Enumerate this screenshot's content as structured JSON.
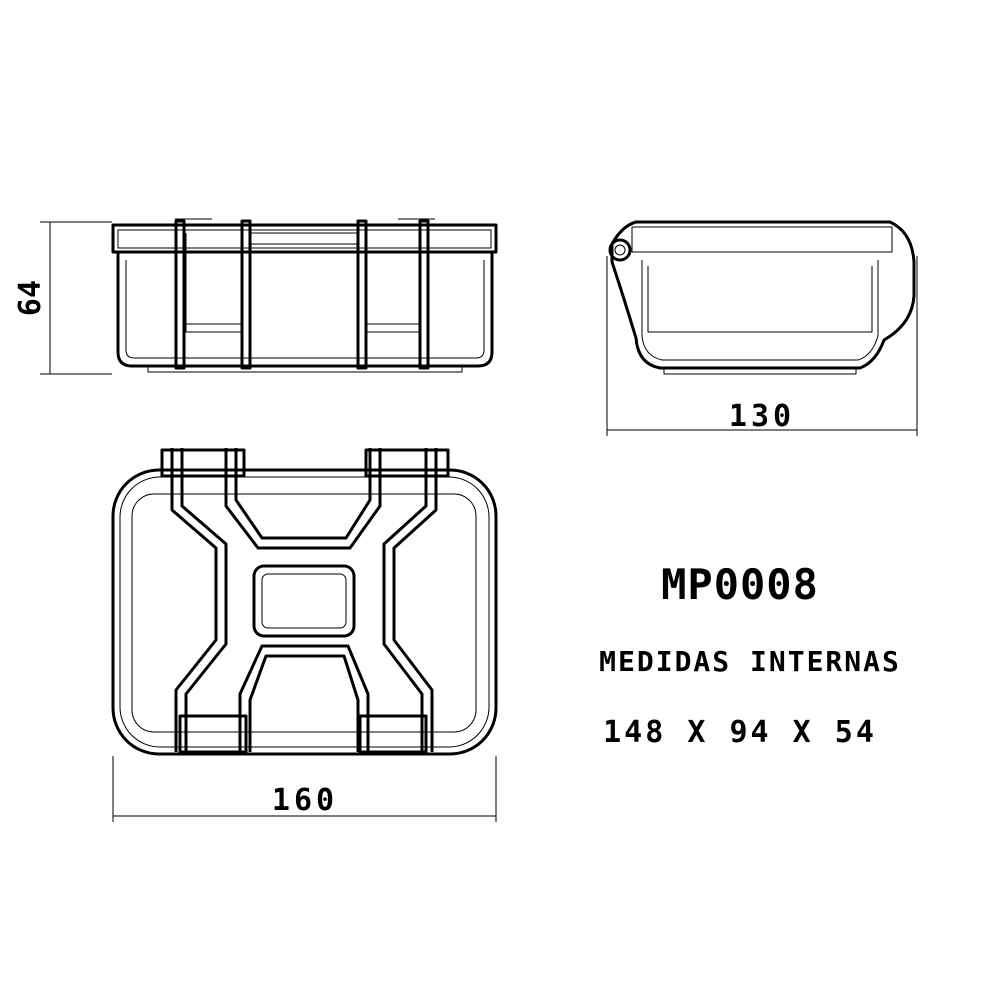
{
  "dimensions": {
    "height": "64",
    "depth": "130",
    "width": "160"
  },
  "info": {
    "model": "MP0008",
    "label": "MEDIDAS INTERNAS",
    "internal_measures": "148 X 94 X 54"
  }
}
